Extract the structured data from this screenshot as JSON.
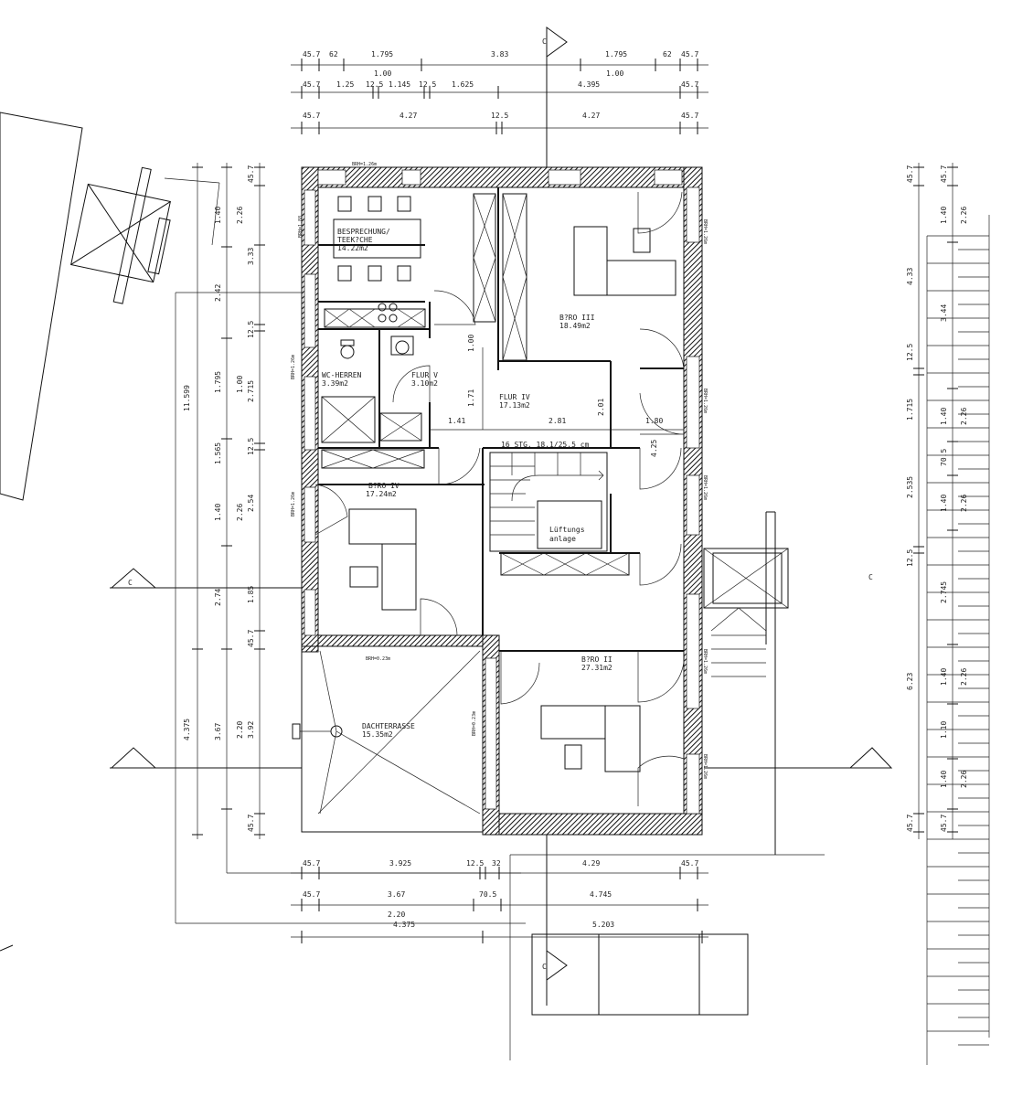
{
  "rooms": {
    "meeting_name": "BESPRECHUNG/",
    "meeting_name2": "TEEK?CHE",
    "meeting_area": "14.22m2",
    "office3_name": "B?RO III",
    "office3_area": "18.49m2",
    "wc_name": "WC-HERREN",
    "wc_area": "3.39m2",
    "hall5_name": "FLUR V",
    "hall5_area": "3.10m2",
    "hall4_name": "FLUR IV",
    "hall4_area": "17.13m2",
    "office4_name": "B?RO IV",
    "office4_area": "17.24m2",
    "vent_name": "Lüftungs",
    "vent_name2": "anlage",
    "office2_name": "B?RO II",
    "office2_area": "27.31m2",
    "terrace_name": "DACHTERRASSE",
    "terrace_area": "15.35m2",
    "stairs": "16 STG. 18,1/25,5 cm"
  },
  "top_dims": {
    "row1": [
      "45.7",
      "62",
      "1.795",
      "3.83",
      "1.795",
      "62",
      "45.7"
    ],
    "row2_sup": [
      "1.00",
      "1.00"
    ],
    "row2": [
      "45.7",
      "1.25",
      "12.5",
      "1.145",
      "12.5",
      "1.625",
      "4.395",
      "45.7"
    ],
    "row3": [
      "45.7",
      "4.27",
      "12.5",
      "4.27",
      "45.7"
    ]
  },
  "bottom_dims": {
    "row1": [
      "45.7",
      "3.925",
      "12.5",
      "32",
      "4.29",
      "45.7"
    ],
    "row2": [
      "45.7",
      "3.67",
      "70.5",
      "4.745"
    ],
    "row2_sub": [
      "2.20",
      "4.375"
    ],
    "row3": [
      "5.203"
    ]
  },
  "left_dims": {
    "a": [
      "45.7",
      "2.26",
      "1.40",
      "3.33",
      "2.42",
      "12.5",
      "1.795",
      "1.00",
      "2.715",
      "12.5",
      "1.565",
      "2.26",
      "2.54",
      "1.40",
      "2.74",
      "1.85",
      "45.7",
      "2.20",
      "3.92",
      "3.67",
      "4.375",
      "45.7"
    ],
    "total": "11.599"
  },
  "right_dims": [
    "45.7",
    "45.7",
    "1.40",
    "2.26",
    "4.33",
    "3.44",
    "12.5",
    "1.715",
    "1.40",
    "2.26",
    "70.5",
    "2.535",
    "1.40",
    "2.26",
    "12.5",
    "2.745",
    "6.23",
    "1.40",
    "2.26",
    "1.10",
    "1.40",
    "2.26",
    "45.7",
    "45.7"
  ],
  "interior_dims": [
    "1.00",
    "1.71",
    "1.41",
    "2.81",
    "2.01",
    "1.80",
    "4.25"
  ],
  "brh_labels": [
    "BRH=1.88",
    "BRH=1.26m",
    "BRH=1.26m",
    "BRH=0.23m",
    "BRH=0.23m",
    "BRH=1.26m",
    "BRH=1.26m",
    "BRH=1.26m",
    "BRH=1.26m",
    "BRH=1.26m",
    "BRH=1.26m"
  ],
  "section_marks": [
    "C",
    "C",
    "C",
    "C"
  ]
}
